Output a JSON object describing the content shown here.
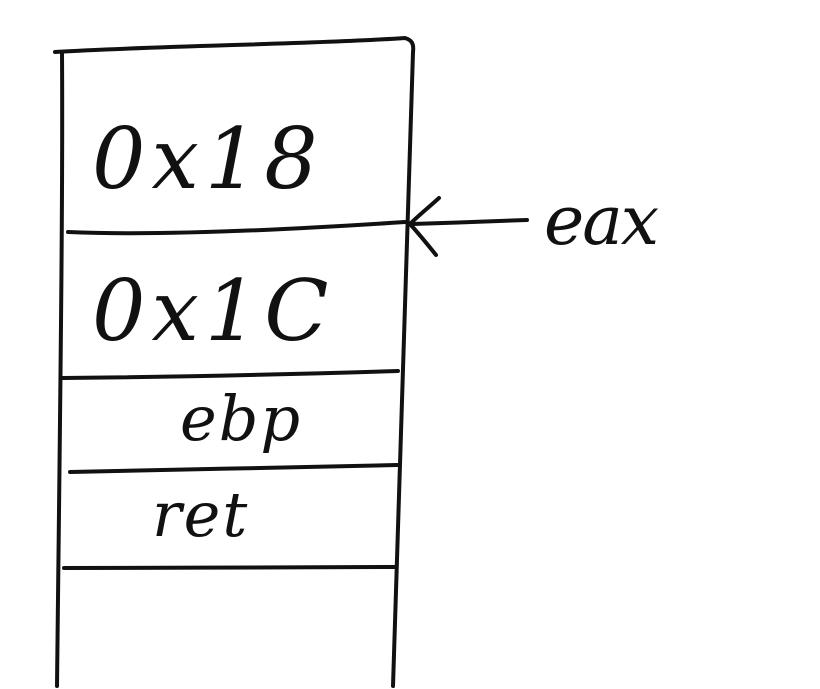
{
  "stack": {
    "cells": [
      {
        "label": "0x18"
      },
      {
        "label": "0x1C"
      },
      {
        "label": "ebp"
      },
      {
        "label": "ret"
      },
      {
        "label": ""
      }
    ]
  },
  "pointer": {
    "label": "eax"
  },
  "colors": {
    "ink": "#111111",
    "paper": "#ffffff"
  }
}
